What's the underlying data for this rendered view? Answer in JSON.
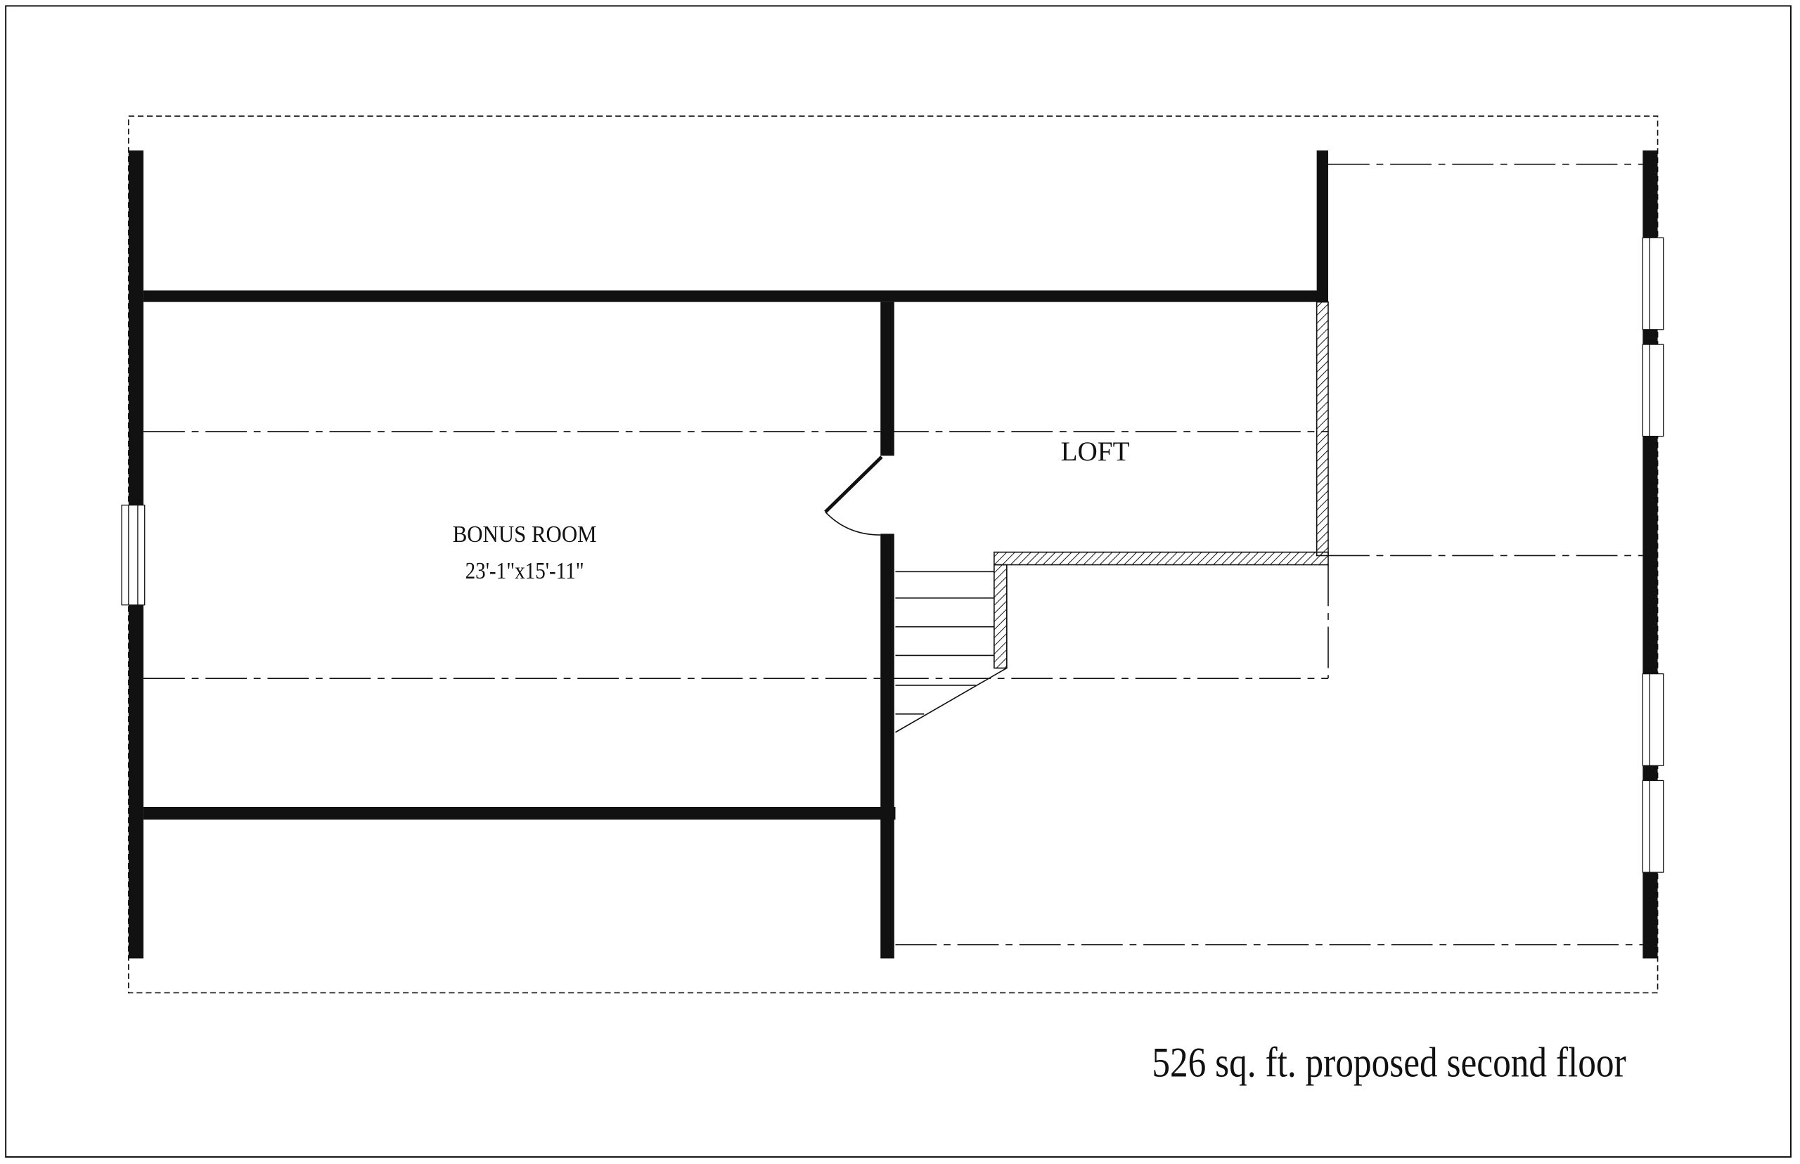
{
  "plan": {
    "rooms": [
      {
        "name": "BONUS ROOM",
        "dimensions": "23'-1\"x15'-11\""
      },
      {
        "name": "LOFT"
      }
    ],
    "caption": "526 sq. ft. proposed second floor"
  },
  "colors": {
    "line": "#111111",
    "background": "#ffffff"
  }
}
